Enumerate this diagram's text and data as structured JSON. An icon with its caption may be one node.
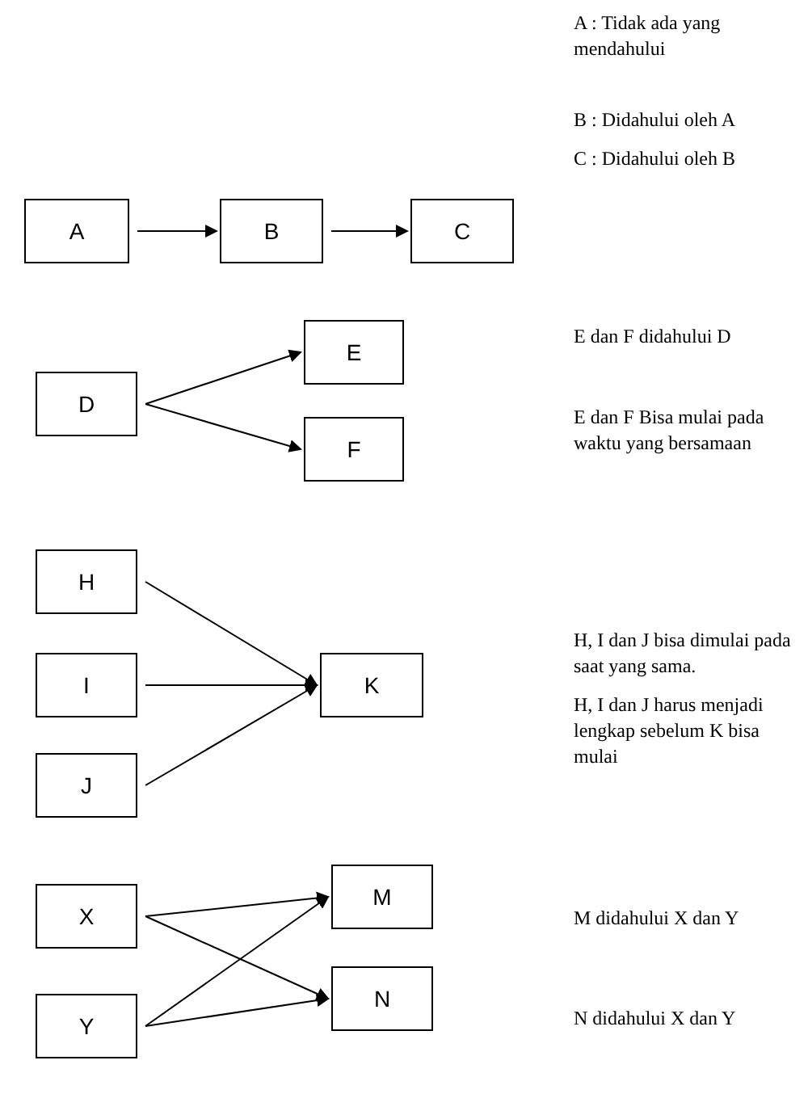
{
  "diagram": {
    "nodes": [
      {
        "text": [
          "A"
        ]
      },
      {
        "text": [
          "B"
        ]
      },
      {
        "text": [
          "C"
        ]
      },
      {
        "text": [
          "D"
        ]
      },
      {
        "text": [
          "E"
        ]
      },
      {
        "text": [
          "F"
        ]
      },
      {
        "text": [
          "H"
        ]
      },
      {
        "text": [
          "I"
        ]
      },
      {
        "text": [
          "J"
        ]
      },
      {
        "text": [
          "K"
        ]
      },
      {
        "text": [
          "X"
        ]
      },
      {
        "text": [
          "Y"
        ]
      },
      {
        "text": [
          "M"
        ]
      },
      {
        "text": [
          "N"
        ]
      }
    ],
    "edges": [
      {
        "from": 0,
        "to": 1,
        "arrow": "to"
      },
      {
        "from": 1,
        "to": 2,
        "arrow": "to"
      },
      {
        "from": 3,
        "to": 4,
        "arrow": "to"
      },
      {
        "from": 3,
        "to": 5,
        "arrow": "to"
      },
      {
        "from": 6,
        "to": 9,
        "arrow": "to"
      },
      {
        "from": 7,
        "to": 9,
        "arrow": "to"
      },
      {
        "from": 8,
        "to": 9,
        "arrow": "to"
      },
      {
        "from": 10,
        "to": 12,
        "arrow": "to"
      },
      {
        "from": 10,
        "to": 13,
        "arrow": "to"
      },
      {
        "from": 11,
        "to": 12,
        "arrow": "to"
      },
      {
        "from": 11,
        "to": 13,
        "arrow": "to"
      }
    ],
    "labels": [
      "A : Tidak ada yang mendahului",
      "B : Didahului oleh A",
      "C : Didahului oleh B",
      "E dan F didahului D",
      "E dan F Bisa mulai pada waktu yang bersamaan",
      "H, I dan J bisa dimulai pada saat yang sama.",
      "H, I dan J harus menjadi lengkap sebelum K bisa mulai",
      "M didahului X dan Y",
      "N didahului X dan Y"
    ]
  }
}
